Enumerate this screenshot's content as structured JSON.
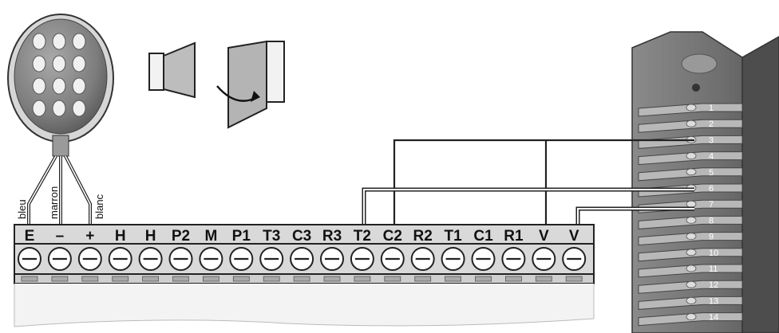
{
  "keypad": {
    "wire_labels": [
      "bleu",
      "marron",
      "blanc"
    ]
  },
  "terminal_block": {
    "labels": [
      "E",
      "–",
      "+",
      "H",
      "H",
      "P2",
      "M",
      "P1",
      "T3",
      "C3",
      "R3",
      "T2",
      "C2",
      "R2",
      "T1",
      "C1",
      "R1",
      "V",
      "V"
    ]
  },
  "connector": {
    "pins": [
      "1",
      "2",
      "3",
      "4",
      "5",
      "6",
      "7",
      "8",
      "9",
      "10",
      "11",
      "12",
      "13",
      "14"
    ]
  },
  "connections": [
    {
      "from": "C2",
      "to_pin": "3"
    },
    {
      "from": "V",
      "to_pin": "3"
    },
    {
      "from": "T2",
      "to_pin": "6"
    },
    {
      "from": "V",
      "to_pin": "7"
    }
  ],
  "colors": {
    "keypad_body": "#8c8c8c",
    "connector_body": "#7a7a7a",
    "terminal_strip": "#d9d9d9",
    "wire": "#222222"
  }
}
